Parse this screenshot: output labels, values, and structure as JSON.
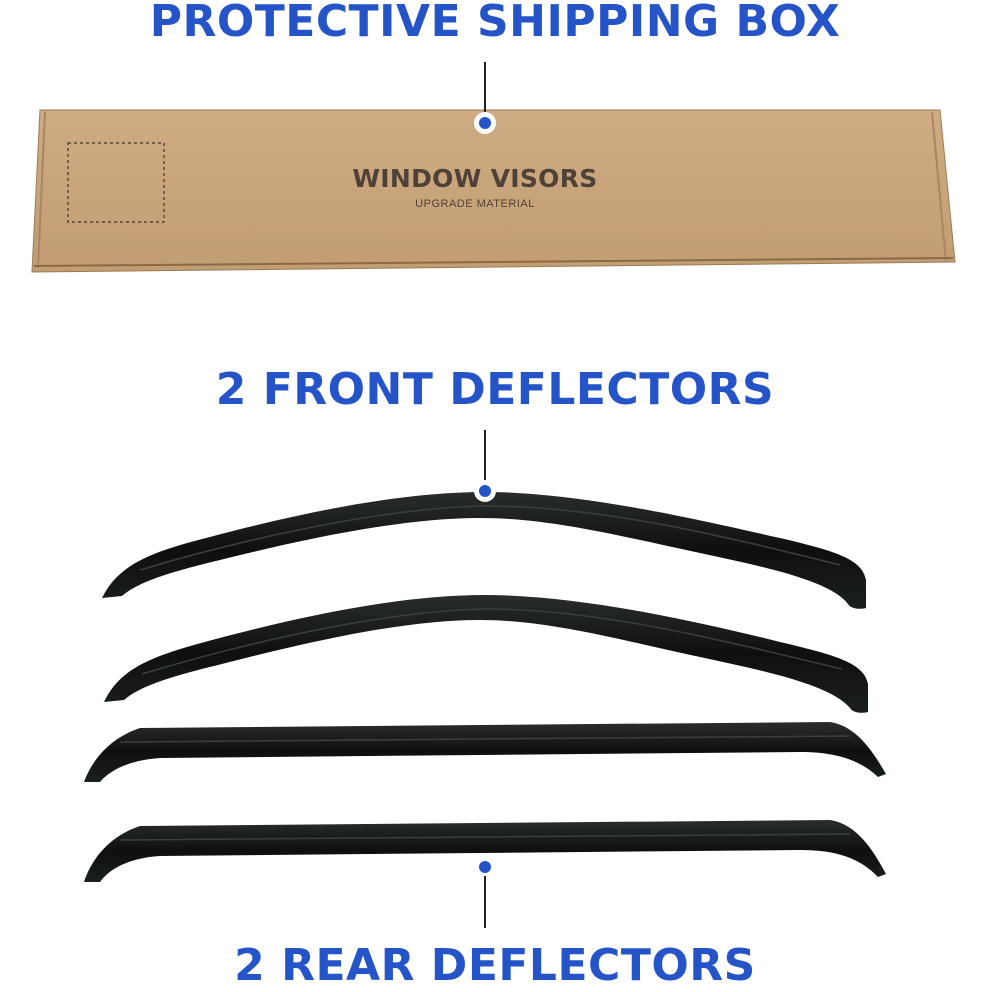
{
  "headings": {
    "box": "PROTECTIVE SHIPPING BOX",
    "front": "2 FRONT DEFLECTORS",
    "rear": "2 REAR DEFLECTORS"
  },
  "box": {
    "title": "WINDOW VISORS",
    "subtitle": "UPGRADE MATERIAL"
  },
  "colors": {
    "accent": "#2454c8",
    "cardboard": "#c9a47c",
    "visor": "#111111"
  }
}
